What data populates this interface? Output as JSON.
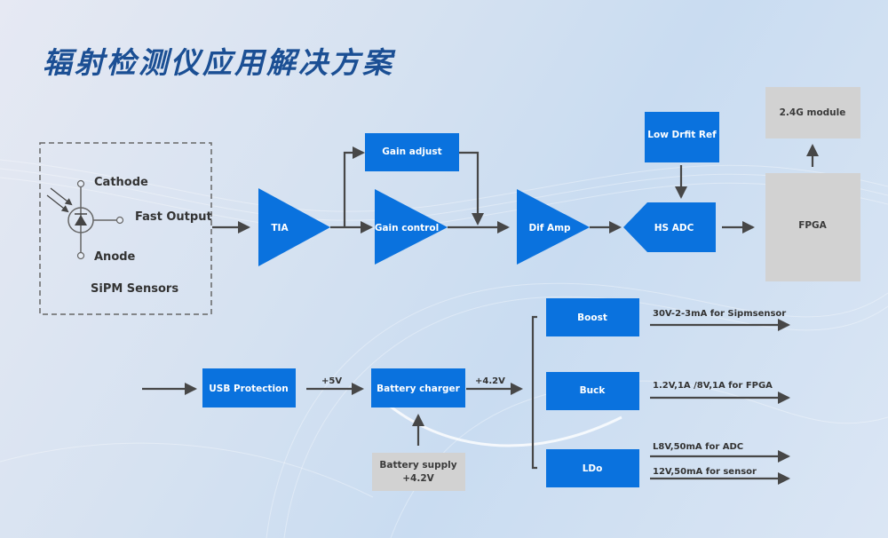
{
  "title": "辐射检测仪应用解决方案",
  "colors": {
    "block_blue": "#0a72de",
    "block_gray": "#d2d2d2",
    "title": "#1b4f94",
    "wire": "#474747"
  },
  "sensor": {
    "cathode": "Cathode",
    "fast_output": "Fast Output",
    "anode": "Anode",
    "name": "SiPM Sensors"
  },
  "signal_chain": {
    "tia": "TIA",
    "gain_adjust": "Gain adjust",
    "gain_control": "Gain control",
    "dif_amp": "Dif Amp",
    "low_drift_ref": "Low Drfit Ref",
    "hs_adc": "HS ADC",
    "fpga": "FPGA",
    "module_24g": "2.4G module"
  },
  "power_chain": {
    "usb_protection": "USB Protection",
    "v5": "+5V",
    "battery_charger": "Battery charger",
    "v42": "+4.2V",
    "battery_supply_line1": "Battery supply",
    "battery_supply_line2": "+4.2V",
    "boost": "Boost",
    "buck": "Buck",
    "ldo": "LDo",
    "boost_out": "30V-2-3mA for Sipmsensor",
    "buck_out": "1.2V,1A /8V,1A for FPGA",
    "ldo_out1": "L8V,50mA for ADC",
    "ldo_out2": "12V,50mA for sensor"
  }
}
